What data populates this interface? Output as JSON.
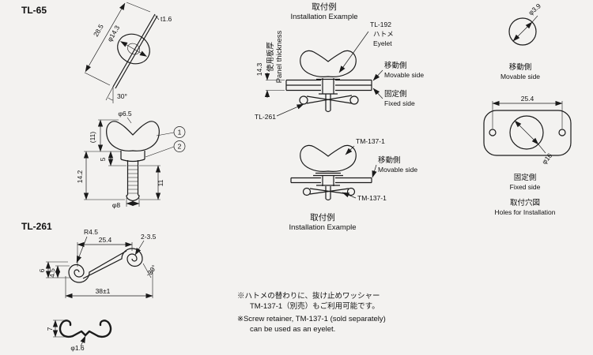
{
  "colors": {
    "background": "#f3f2f0",
    "line": "#1a1a1a",
    "text": "#111111"
  },
  "tl65": {
    "title": "TL-65",
    "angled": {
      "dim_length": "28.5",
      "dim_diameter": "φ14.3",
      "dim_thickness": "t1.6",
      "dim_angle": "30°"
    },
    "front": {
      "dim_top_diameter": "φ6.5",
      "dim_height_paren": "(11)",
      "dim_height_total": "14.2",
      "dim_height_5": "5",
      "dim_height_11": "11",
      "dim_bottom_diameter": "φ8",
      "callout_1": "1",
      "callout_2": "2"
    }
  },
  "tl261": {
    "title": "TL-261",
    "main": {
      "dim_radius": "R4.5",
      "dim_pitch": "25.4",
      "dim_holes": "2-3.5",
      "dim_height_45": "4.5",
      "dim_height_6": "6",
      "dim_width": "38±1",
      "dim_angle": "30°"
    },
    "bottom": {
      "dim_height": "7",
      "dim_wire": "φ1.6"
    }
  },
  "install1": {
    "title_jp": "取付例",
    "title_en": "Installation Example",
    "panel_jp": "使用板厚",
    "panel_en": "Panel thickness",
    "dim_thickness": "14.3",
    "part_eyelet": "TL-192",
    "eyelet_jp": "ハトメ",
    "eyelet_en": "Eyelet",
    "movable_jp": "移動側",
    "movable_en": "Movable side",
    "fixed_jp": "固定側",
    "fixed_en": "Fixed side",
    "part_clip": "TL-261"
  },
  "install2": {
    "part_top": "TM-137-1",
    "movable_jp": "移動側",
    "movable_en": "Movable side",
    "part_bottom": "TM-137-1",
    "title_jp": "取付例",
    "title_en": "Installation Example"
  },
  "holes": {
    "dim_small": "φ3.9",
    "movable_jp": "移動側",
    "movable_en": "Movable side",
    "dim_pitch": "25.4",
    "dim_center": "φ16",
    "fixed_jp": "固定側",
    "fixed_en": "Fixed side",
    "title_jp": "取付穴図",
    "title_en": "Holes for Installation"
  },
  "note": {
    "jp_line1": "※ハトメの替わりに、抜け止めワッシャー",
    "jp_line2": "TM-137-1（別売）もご利用可能です。",
    "en_line1": "※Screw retainer, TM-137-1 (sold separately)",
    "en_line2": "can be used as an eyelet."
  }
}
